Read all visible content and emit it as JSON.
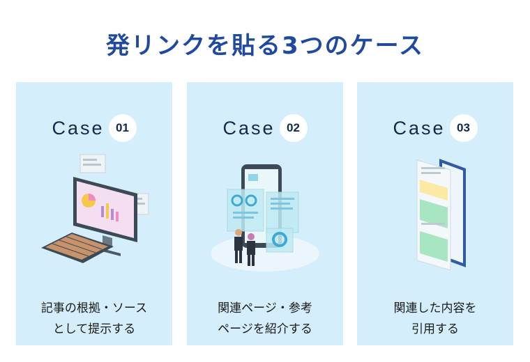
{
  "title": "発リンクを貼る3つのケース",
  "cards": [
    {
      "case_word": "Case",
      "case_number": "01",
      "lines": [
        "記事の根拠・ソース",
        "として提示する"
      ],
      "illustration": "desktop-computer-illustration"
    },
    {
      "case_word": "Case",
      "case_number": "02",
      "lines": [
        "関連ページ・参考",
        "ページを紹介する"
      ],
      "illustration": "smartphone-dashboard-illustration"
    },
    {
      "case_word": "Case",
      "case_number": "03",
      "lines": [
        "関連した内容を",
        "引用する"
      ],
      "illustration": "document-phone-illustration"
    }
  ],
  "colors": {
    "title": "#1f4aa0",
    "card_bg": "#d4eefb",
    "text": "#1a1a1a",
    "case_text": "#13294b"
  }
}
